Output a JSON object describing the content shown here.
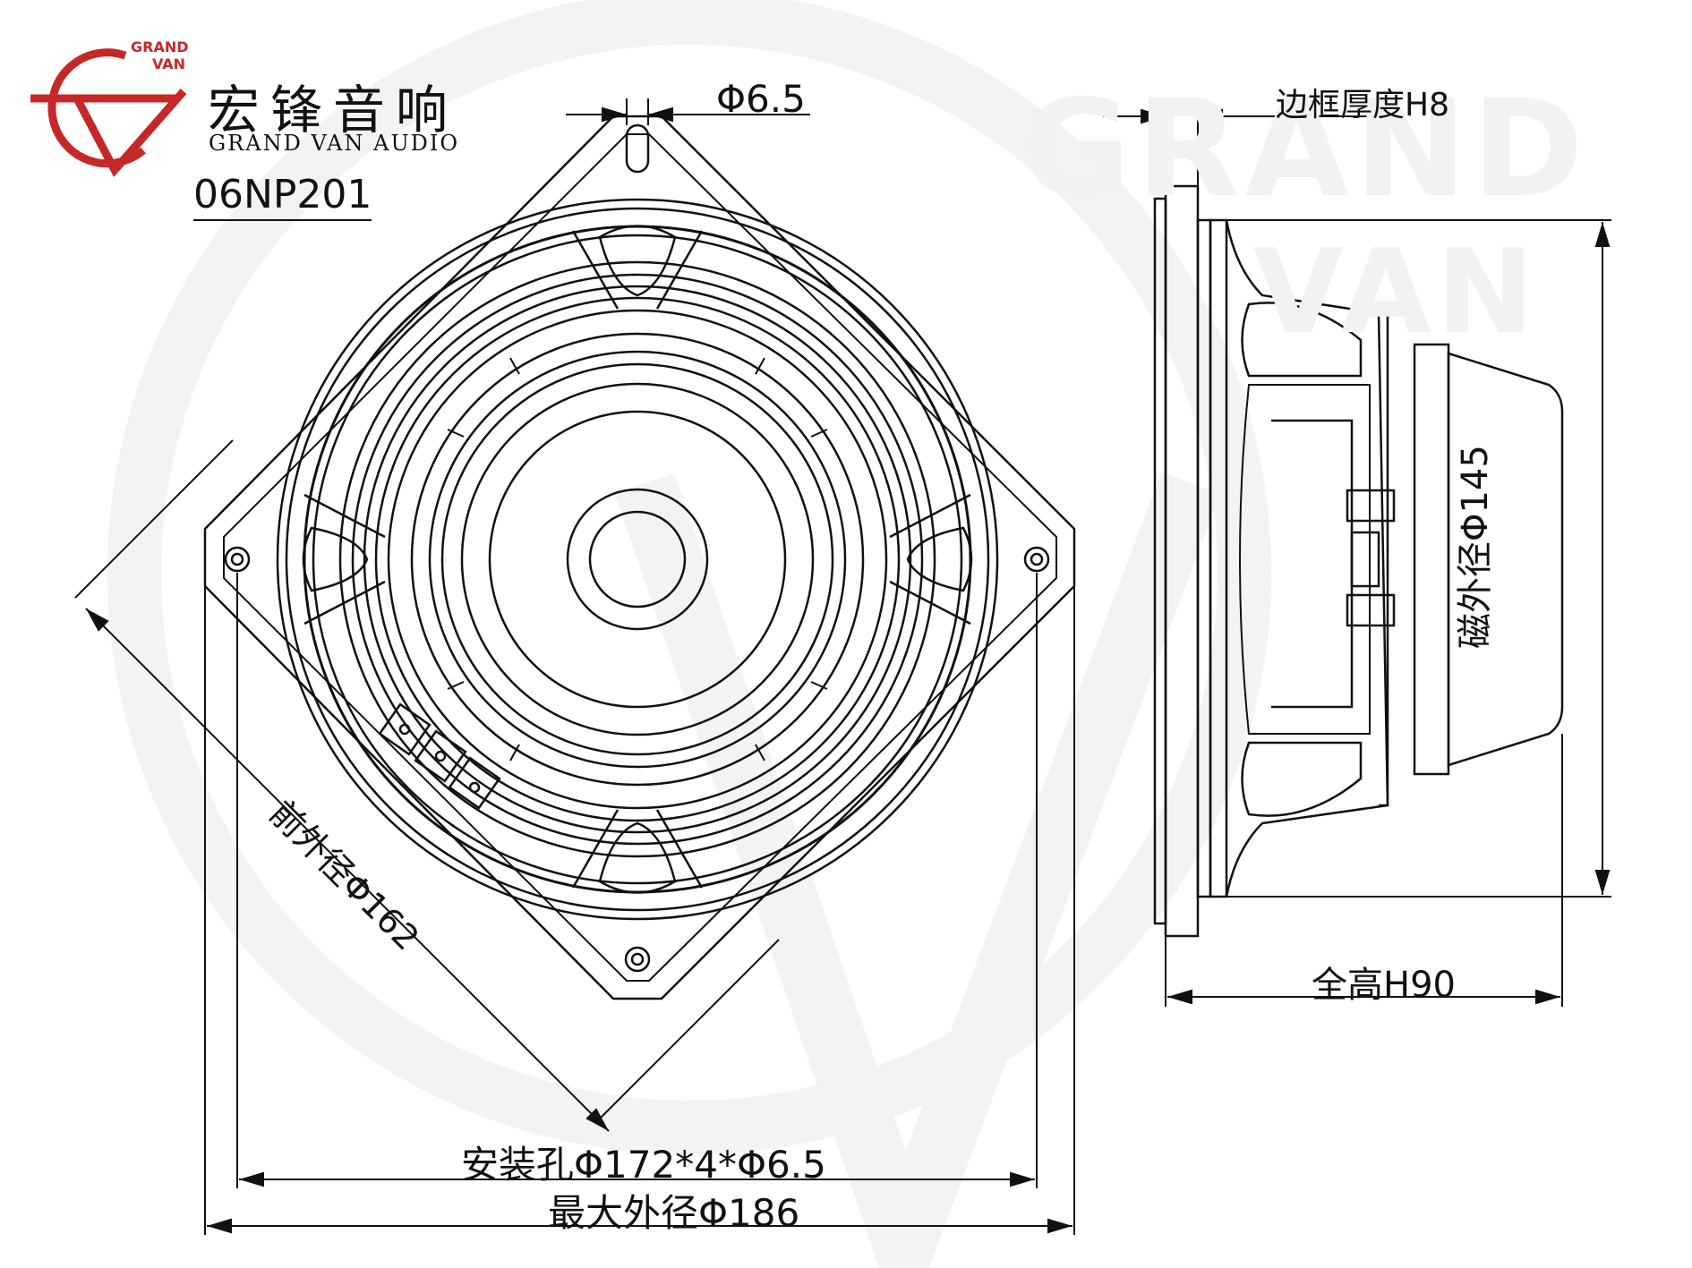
{
  "brand": {
    "name_cn": "宏锋音响",
    "name_en": "GRAND VAN AUDIO",
    "mark_line1": "GRAND",
    "mark_line2": "VAN",
    "color": "#c62828"
  },
  "watermark": {
    "line1": "GRAND",
    "line2": "VAN",
    "color": "#f2f2f2"
  },
  "model": "06NP201",
  "dimensions": {
    "slot_hole": "Φ6.5",
    "frame_thickness": "边框厚度H8",
    "magnet_diameter": "磁外径Φ145",
    "total_height": "全高H90",
    "front_diameter": "前外径Φ162",
    "mounting_holes": "安装孔Φ172*4*Φ6.5",
    "max_diameter": "最大外径Φ186"
  }
}
